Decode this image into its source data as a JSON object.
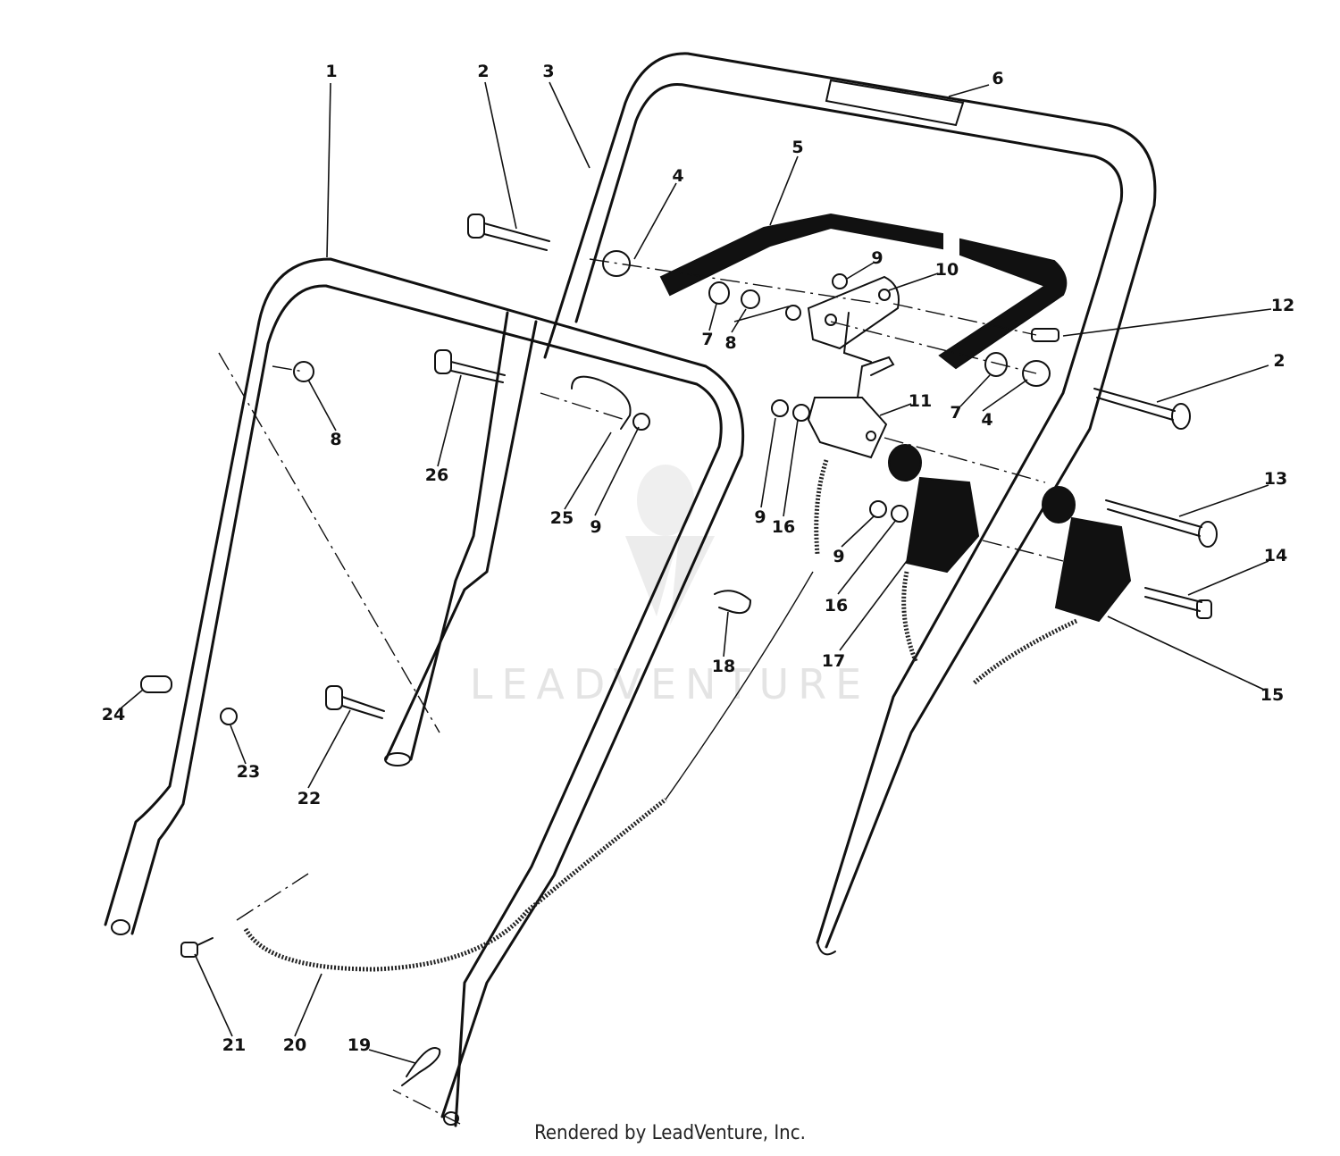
{
  "watermark": "LEADVENTURE",
  "credit": "Rendered by LeadVenture, Inc.",
  "callouts": {
    "c1": "1",
    "c2a": "2",
    "c2b": "2",
    "c3": "3",
    "c4a": "4",
    "c4b": "4",
    "c5": "5",
    "c6": "6",
    "c7a": "7",
    "c7b": "7",
    "c8a": "8",
    "c8b": "8",
    "c9a": "9",
    "c9b": "9",
    "c9c": "9",
    "c9d": "9",
    "c10": "10",
    "c11": "11",
    "c12": "12",
    "c13": "13",
    "c14": "14",
    "c15": "15",
    "c16a": "16",
    "c16b": "16",
    "c17": "17",
    "c18": "18",
    "c19": "19",
    "c20": "20",
    "c21": "21",
    "c22": "22",
    "c23": "23",
    "c24": "24",
    "c25": "25",
    "c26": "26"
  }
}
